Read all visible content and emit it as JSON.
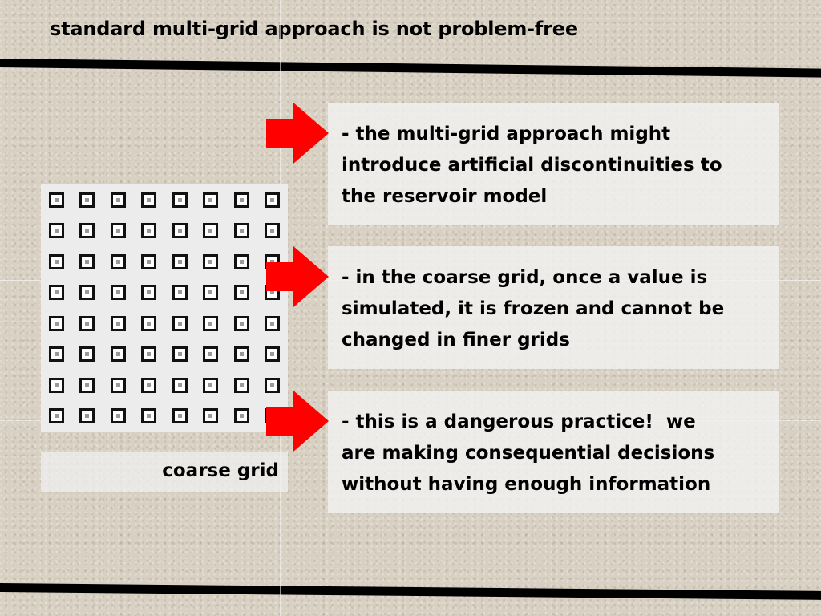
{
  "slide": {
    "title": "standard multi-grid approach is not problem-free",
    "grid_caption": "coarse grid",
    "grid": {
      "rows": 8,
      "cols": 8
    },
    "points": [
      "- the multi-grid approach might\nintroduce artificial discontinuities to\nthe reservoir model",
      "- in the coarse grid, once a value is\nsimulated, it is frozen and cannot be\nchanged in finer grids",
      "- this is a dangerous practice!  we\nare making consequential decisions\nwithout having enough information"
    ]
  },
  "colors": {
    "arrow": "#ff0000",
    "background": "#d8d0c2",
    "rule": "#000000"
  },
  "icons": {
    "pointer": "right-arrow-icon",
    "grid_node": "square-node-icon"
  }
}
